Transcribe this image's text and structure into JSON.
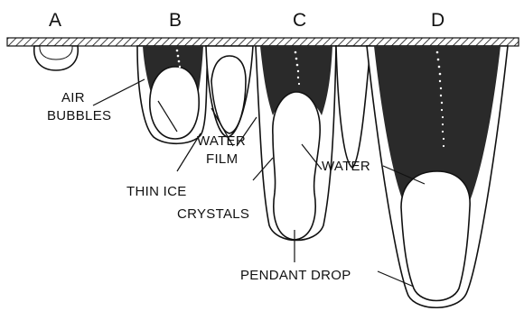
{
  "stages": {
    "a": "A",
    "b": "B",
    "c": "C",
    "d": "D"
  },
  "labels": {
    "air": "AIR",
    "bubbles": "BUBBLES",
    "water_film_1": "WATER",
    "water_film_2": "FILM",
    "water": "WATER",
    "thin_ice_1": "THIN ICE",
    "thin_ice_2": "CRYSTALS",
    "pendant_drop": "PENDANT DROP"
  },
  "colors": {
    "ice": "#2a2a2a",
    "line": "#111111",
    "background": "#ffffff"
  }
}
